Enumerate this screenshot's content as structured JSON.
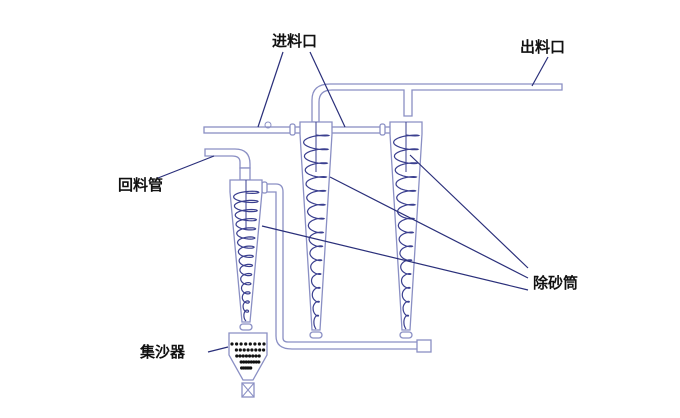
{
  "labels": {
    "inlet": "进料口",
    "outlet": "出料口",
    "return_pipe": "回料管",
    "desander": "除砂筒",
    "sand_collector": "集沙器"
  },
  "colors": {
    "pipe": "#8a8fc4",
    "spiral": "#3a3f8f",
    "leader": "#2a2f7a",
    "highlight": "#d6d86a"
  }
}
